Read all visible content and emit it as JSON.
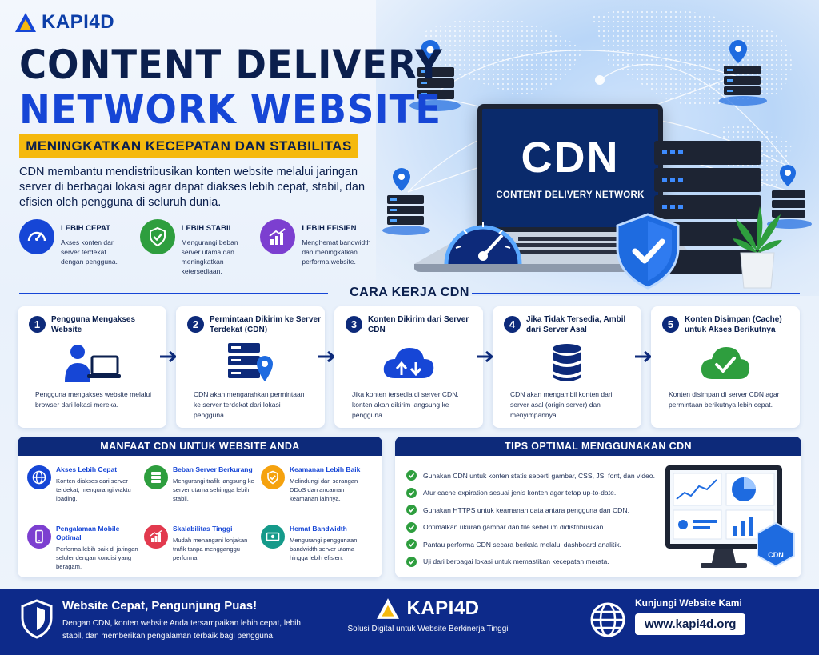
{
  "brand": {
    "name": "KAPI4D"
  },
  "hero": {
    "title_line1": "CONTENT DELIVERY",
    "title_line2": "NETWORK WEBSITE",
    "subtitle": "MENINGKATKAN KECEPATAN DAN STABILITAS",
    "intro": "CDN membantu mendistribusikan konten website melalui jaringan server di berbagai lokasi agar dapat diakses lebih cepat, stabil, dan efisien oleh pengguna di seluruh dunia.",
    "screen_big": "CDN",
    "screen_small": "CONTENT DELIVERY NETWORK"
  },
  "features": [
    {
      "title": "LEBIH CEPAT",
      "text": "Akses konten dari server terdekat dengan pengguna.",
      "icon": "speedometer-icon",
      "color": "#1646d6"
    },
    {
      "title": "LEBIH STABIL",
      "text": "Mengurangi beban server utama dan meningkatkan ketersediaan.",
      "icon": "shield-check-icon",
      "color": "#2e9e3e"
    },
    {
      "title": "LEBIH EFISIEN",
      "text": "Menghemat bandwidth dan meningkatkan performa website.",
      "icon": "growth-chart-icon",
      "color": "#7c3fd0"
    }
  ],
  "how_it_works": {
    "title": "CARA KERJA CDN",
    "steps": [
      {
        "num": "1",
        "title": "Pengguna Mengakses Website",
        "text": "Pengguna mengakses website melalui browser dari lokasi mereka.",
        "icon": "user-laptop-icon"
      },
      {
        "num": "2",
        "title": "Permintaan Dikirim ke Server Terdekat (CDN)",
        "text": "CDN akan mengarahkan permintaan ke server terdekat dari lokasi pengguna.",
        "icon": "server-location-icon"
      },
      {
        "num": "3",
        "title": "Konten Dikirim dari Server CDN",
        "text": "Jika konten tersedia di server CDN, konten akan dikirim langsung ke pengguna.",
        "icon": "cloud-transfer-icon"
      },
      {
        "num": "4",
        "title": "Jika Tidak Tersedia, Ambil dari Server Asal",
        "text": "CDN akan mengambil konten dari server asal (origin server) dan menyimpannya.",
        "icon": "database-icon"
      },
      {
        "num": "5",
        "title": "Konten Disimpan (Cache) untuk Akses Berikutnya",
        "text": "Konten disimpan di server CDN agar permintaan berikutnya lebih cepat.",
        "icon": "cloud-check-icon"
      }
    ]
  },
  "benefits": {
    "title": "MANFAAT CDN UNTUK WEBSITE ANDA",
    "items": [
      {
        "title": "Akses Lebih Cepat",
        "text": "Konten diakses dari server terdekat, mengurangi waktu loading.",
        "icon": "globe-icon",
        "color": "#1646d6"
      },
      {
        "title": "Beban Server Berkurang",
        "text": "Mengurangi trafik langsung ke server utama sehingga lebih stabil.",
        "icon": "server-icon",
        "color": "#2e9e3e"
      },
      {
        "title": "Keamanan Lebih Baik",
        "text": "Melindungi dari serangan DDoS dan ancaman keamanan lainnya.",
        "icon": "shield-icon",
        "color": "#f5a20e"
      },
      {
        "title": "Pengalaman Mobile Optimal",
        "text": "Performa lebih baik di jaringan seluler dengan kondisi yang beragam.",
        "icon": "mobile-icon",
        "color": "#7c3fd0"
      },
      {
        "title": "Skalabilitas Tinggi",
        "text": "Mudah menangani lonjakan trafik tanpa mengganggu performa.",
        "icon": "chart-up-icon",
        "color": "#e23a4e"
      },
      {
        "title": "Hemat Bandwidth",
        "text": "Mengurangi penggunaan bandwidth server utama hingga lebih efisien.",
        "icon": "money-icon",
        "color": "#159a8a"
      }
    ]
  },
  "tips": {
    "title": "TIPS OPTIMAL MENGGUNAKAN CDN",
    "items": [
      "Gunakan CDN untuk konten statis seperti gambar, CSS, JS, font, dan video.",
      "Atur cache expiration sesuai jenis konten agar tetap up-to-date.",
      "Gunakan HTTPS untuk keamanan data antara pengguna dan CDN.",
      "Optimalkan ukuran gambar dan file sebelum didistribusikan.",
      "Pantau performa CDN secara berkala melalui dashboard analitik.",
      "Uji dari berbagai lokasi untuk memastikan kecepatan merata."
    ],
    "badge": "CDN"
  },
  "footer": {
    "left_title": "Website Cepat, Pengunjung Puas!",
    "left_text": "Dengan CDN, konten website Anda tersampaikan lebih cepat, lebih stabil, dan memberikan pengalaman terbaik bagi pengguna.",
    "center_brand": "KAPI4D",
    "center_tagline": "Solusi Digital untuk Website Berkinerja Tinggi",
    "right_title": "Kunjungi Website Kami",
    "url": "www.kapi4d.org"
  },
  "colors": {
    "navy": "#0b1f4d",
    "blue": "#1646d6",
    "yellow": "#f5b90e",
    "footer": "#0d2a8a"
  }
}
